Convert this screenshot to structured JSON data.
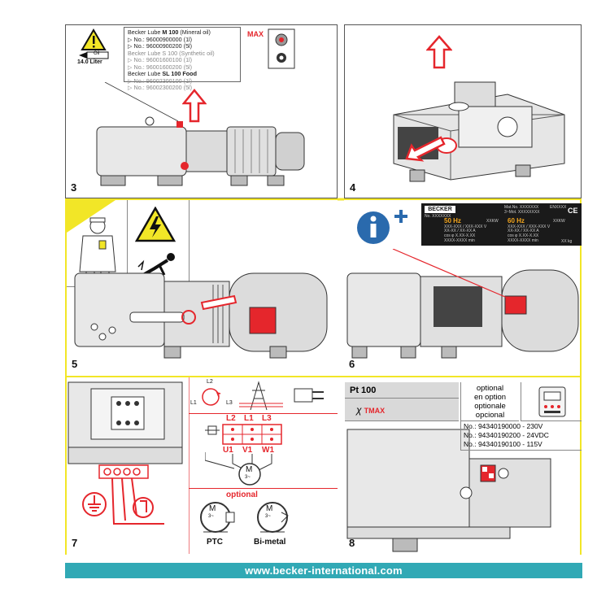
{
  "panels": [
    {
      "num": "3"
    },
    {
      "num": "4"
    },
    {
      "num": "5"
    },
    {
      "num": "6"
    },
    {
      "num": "7"
    },
    {
      "num": "8"
    }
  ],
  "panel3": {
    "capacity": "14.0 Liter",
    "oil_label": "Oil",
    "max_label": "MAX",
    "oil_groups": [
      {
        "title_pre": "Becker Lube ",
        "title_bold": "M 100",
        "title_post": " (Mineral oil)",
        "grey": false,
        "lines": [
          "▷ No.: 96000900000 (1l)",
          "▷ No.: 96000900200 (5l)"
        ]
      },
      {
        "title_pre": "Becker Lube ",
        "title_bold": "",
        "title_post": "S 100 (Synthetic oil)",
        "grey": true,
        "lines": [
          "▷ No.: 96001600100 (1l)",
          "▷ No.: 96001600200 (5l)"
        ]
      },
      {
        "title_pre": "Becker Lube ",
        "title_bold": "SL 100 Food",
        "title_post": "",
        "grey": false,
        "lines": [
          "▷ No.: 96002300100 (1l)",
          "▷ No.: 96002300200 (5l)"
        ]
      }
    ]
  },
  "panel6": {
    "nameplate": {
      "logo": "BECKER",
      "mat_no": "Mat.No. XXXXXXX",
      "en": "ENXXXX",
      "no": "No. XXXXXXX",
      "mat_no2": "3~Mot. XXXXXXXX",
      "hz50": "50 Hz",
      "hz60": "60 Hz",
      "kw1": "XXKW",
      "kw2": "XXKW",
      "row1": "XXX-XXX / XXX-XXX V",
      "row2": "XX-XX / XX-XX A",
      "row3": "XXX-XXX / XXX-XXX V",
      "row4": "XX-XX / XX-XX A",
      "row5": "cos φ X.XX-X.XX",
      "row6": "cos φ X.XX-X.XX",
      "row7": "XXXX-XXXX min",
      "row8": "XXXX-XXXX min",
      "weight": "XX kg",
      "ce": "CE"
    }
  },
  "panel7": {
    "top_labels": [
      "L2",
      "L1",
      "L3"
    ],
    "phase_labels": [
      "L2",
      "L1",
      "L3"
    ],
    "coil_labels": [
      "U1",
      "V1",
      "W1"
    ],
    "motor_label": "M",
    "motor_sub": "3~",
    "optional": "optional",
    "ptc": "PTC",
    "bimetal": "Bi-metal"
  },
  "panel8": {
    "sensor": "Pt 100",
    "tmax": "TMAX",
    "optional_lines": [
      "optional",
      "en option",
      "optionale",
      "opcional"
    ],
    "orders": [
      "No.: 94340190000 - 230V",
      "No.: 94340190200 - 24VDC",
      "No.: 94340190100 - 115V"
    ]
  },
  "footer": "www.becker-international.com",
  "colors": {
    "accent_red": "#e5262c",
    "yellow": "#f2e627",
    "teal": "#31a9b5",
    "orange": "#f4a61d"
  }
}
